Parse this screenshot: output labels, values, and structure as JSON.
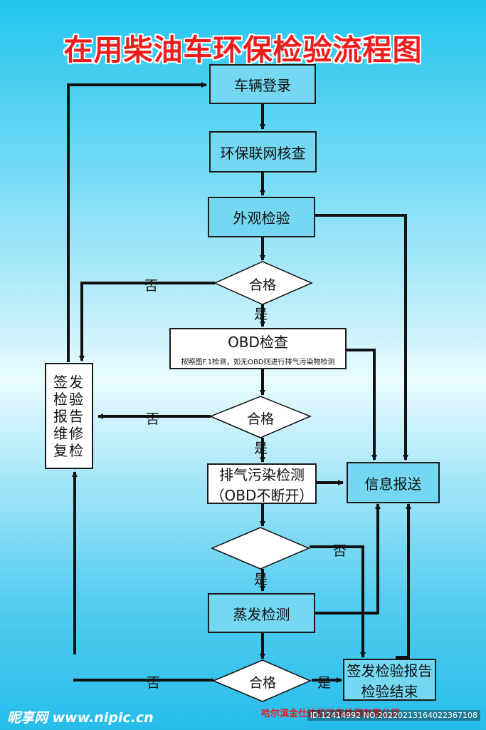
{
  "title": "在用柴油车环保检验流程图",
  "nodes": {
    "register": "车辆登录",
    "network_check": "环保联网核查",
    "appearance": "外观检验",
    "pass1": "合格",
    "obd_title": "OBD检查",
    "obd_note": "按照图F.1检测，如无OBD则进行排气污染物检测",
    "pass2": "合格",
    "emission_line1": "排气污染检测",
    "emission_line2": "（OBD不断开）",
    "info_report": "信息报送",
    "evap": "蒸发检测",
    "pass4": "合格",
    "final_line1": "签发检验报告",
    "final_line2": "检验结束",
    "repair_lines": [
      "签发",
      "检验",
      "报告",
      "维修",
      "复检"
    ]
  },
  "edge_labels": {
    "no1": "否",
    "yes1": "是",
    "no2": "否",
    "yes2": "是",
    "no3": "否",
    "yes3": "是",
    "no4": "否",
    "yes4": "是"
  },
  "footer": {
    "site": "昵享网 www.nipic.cn",
    "company": "哈尔滨金仕达机动车检测有限公司",
    "id": "ID:12414992 NO:20220213164022367108"
  },
  "colors": {
    "title": "#ee1c1c",
    "box_fill": "#74d8f2",
    "line": "#111111"
  }
}
